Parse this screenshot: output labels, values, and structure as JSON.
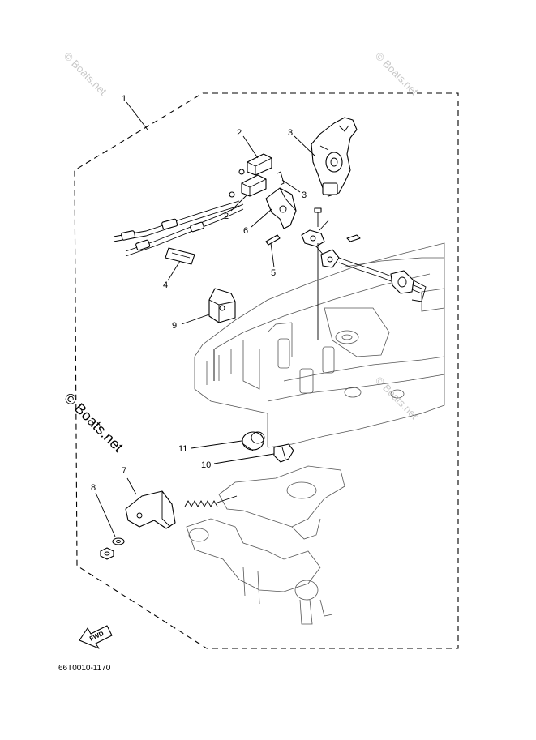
{
  "diagram": {
    "code": "66T0010-1170",
    "fwd_label": "FWD",
    "watermark": "© Boats.net",
    "callouts": [
      {
        "id": "1",
        "label": "1"
      },
      {
        "id": "2a",
        "label": "2"
      },
      {
        "id": "2b",
        "label": "2"
      },
      {
        "id": "3a",
        "label": "3"
      },
      {
        "id": "3b",
        "label": "3"
      },
      {
        "id": "4",
        "label": "4"
      },
      {
        "id": "5",
        "label": "5"
      },
      {
        "id": "6",
        "label": "6"
      },
      {
        "id": "7",
        "label": "7"
      },
      {
        "id": "8",
        "label": "8"
      },
      {
        "id": "9",
        "label": "9"
      },
      {
        "id": "10",
        "label": "10"
      },
      {
        "id": "11",
        "label": "11"
      }
    ]
  }
}
